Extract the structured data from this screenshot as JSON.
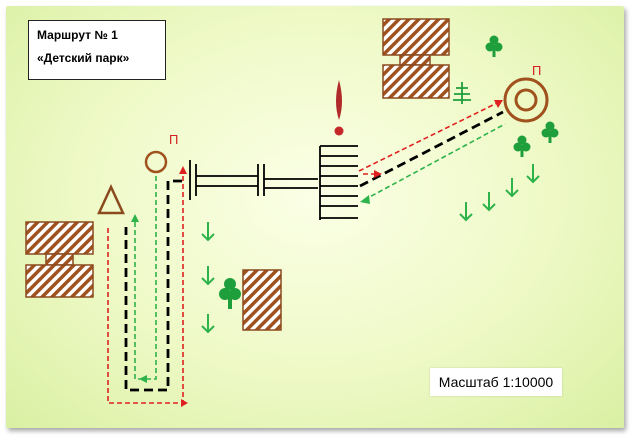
{
  "map": {
    "route_title": "Маршрут № 1",
    "route_name": "«Детский парк»",
    "scale": "Масштаб 1:10000",
    "checkpoint_label_left": "П",
    "checkpoint_label_right": "П"
  },
  "colors": {
    "background": "#eef9c6",
    "building": "#a0521e",
    "tree": "#1f9e3c",
    "route_red": "#e02020",
    "route_green": "#2db34a",
    "route_black": "#000000",
    "monument": "#b02a2a"
  },
  "icons": [
    "building-icon",
    "tree-icon",
    "conifer-icon",
    "checkpoint-icon",
    "triangle-landmark-icon",
    "monument-icon",
    "stairs-icon",
    "bridge-icon",
    "slope-arrow-icon"
  ]
}
